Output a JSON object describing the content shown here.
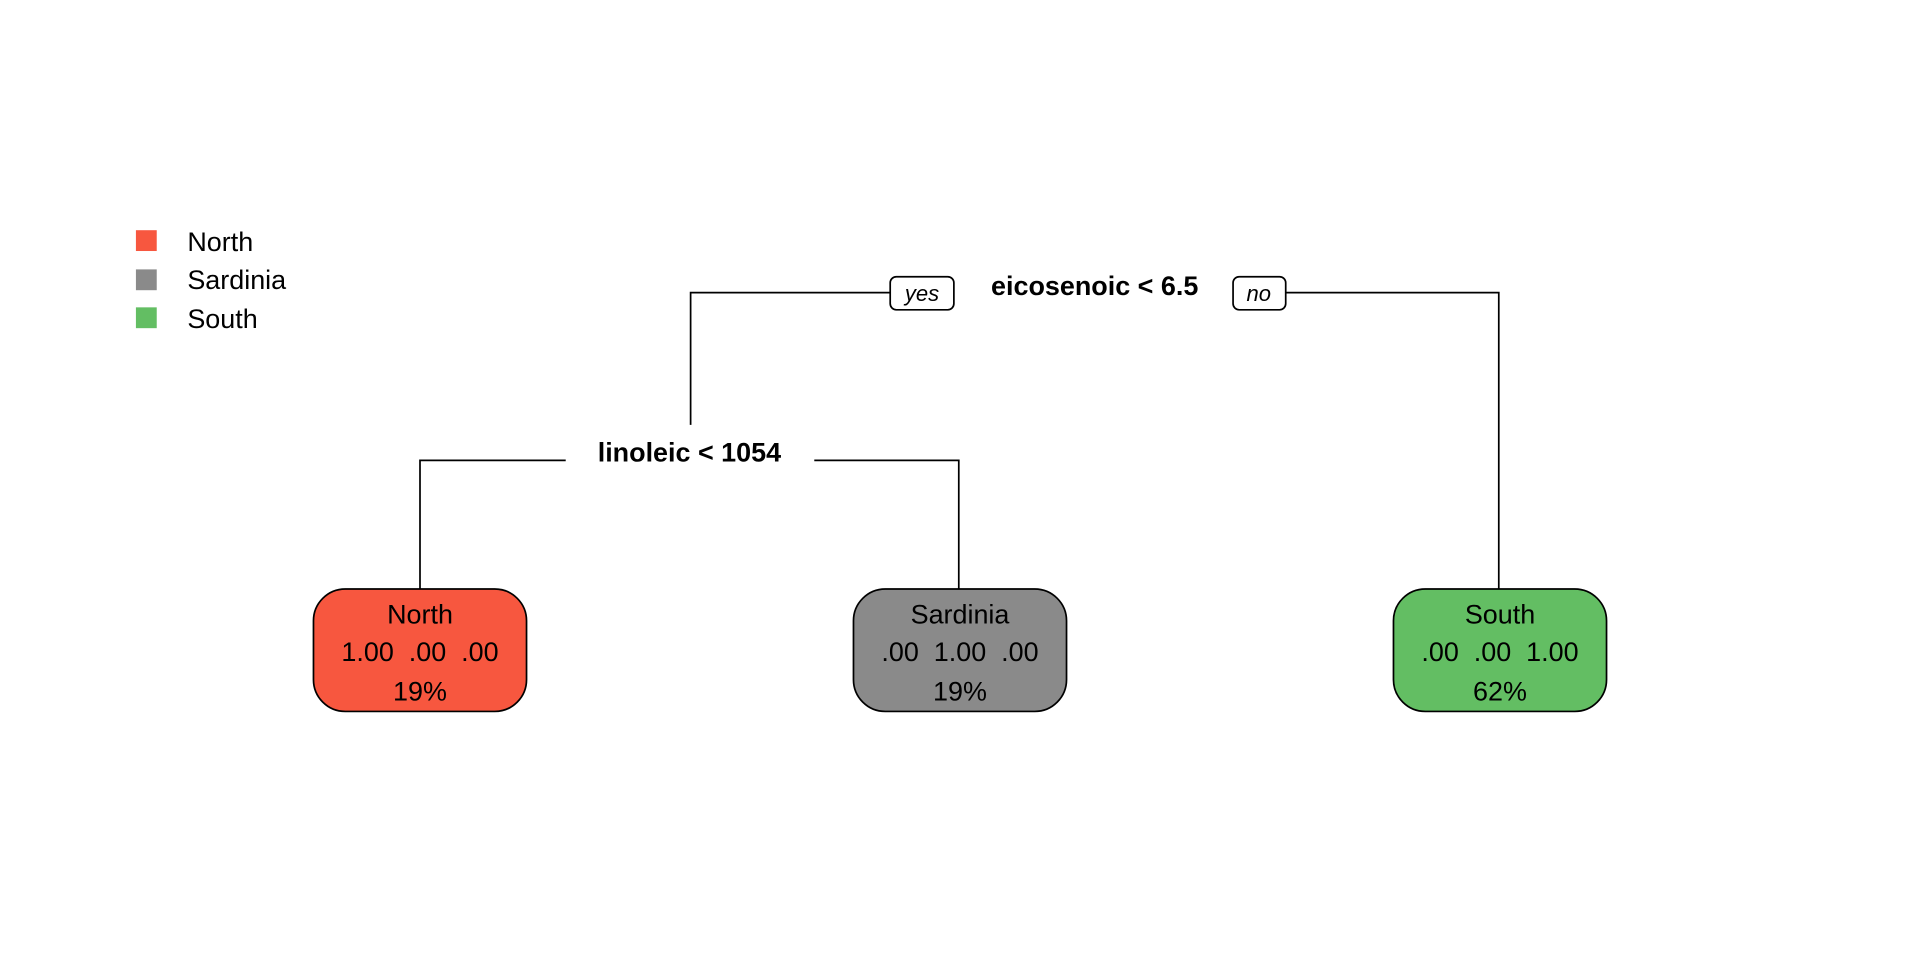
{
  "legend": [
    {
      "label": "North",
      "color": "#F7573F"
    },
    {
      "label": "Sardinia",
      "color": "#8A8A8A"
    },
    {
      "label": "South",
      "color": "#63BE63"
    }
  ],
  "root": {
    "split": "eicosenoic < 6.5",
    "yes_label": "yes",
    "no_label": "no"
  },
  "inner": {
    "split": "linoleic < 1054"
  },
  "leaves": [
    {
      "class": "North",
      "probs": "1.00  .00  .00",
      "percent": "19%",
      "color": "#F7573F"
    },
    {
      "class": "Sardinia",
      "probs": ".00  1.00  .00",
      "percent": "19%",
      "color": "#8A8A8A"
    },
    {
      "class": "South",
      "probs": ".00  .00  1.00",
      "percent": "62%",
      "color": "#63BE63"
    }
  ]
}
